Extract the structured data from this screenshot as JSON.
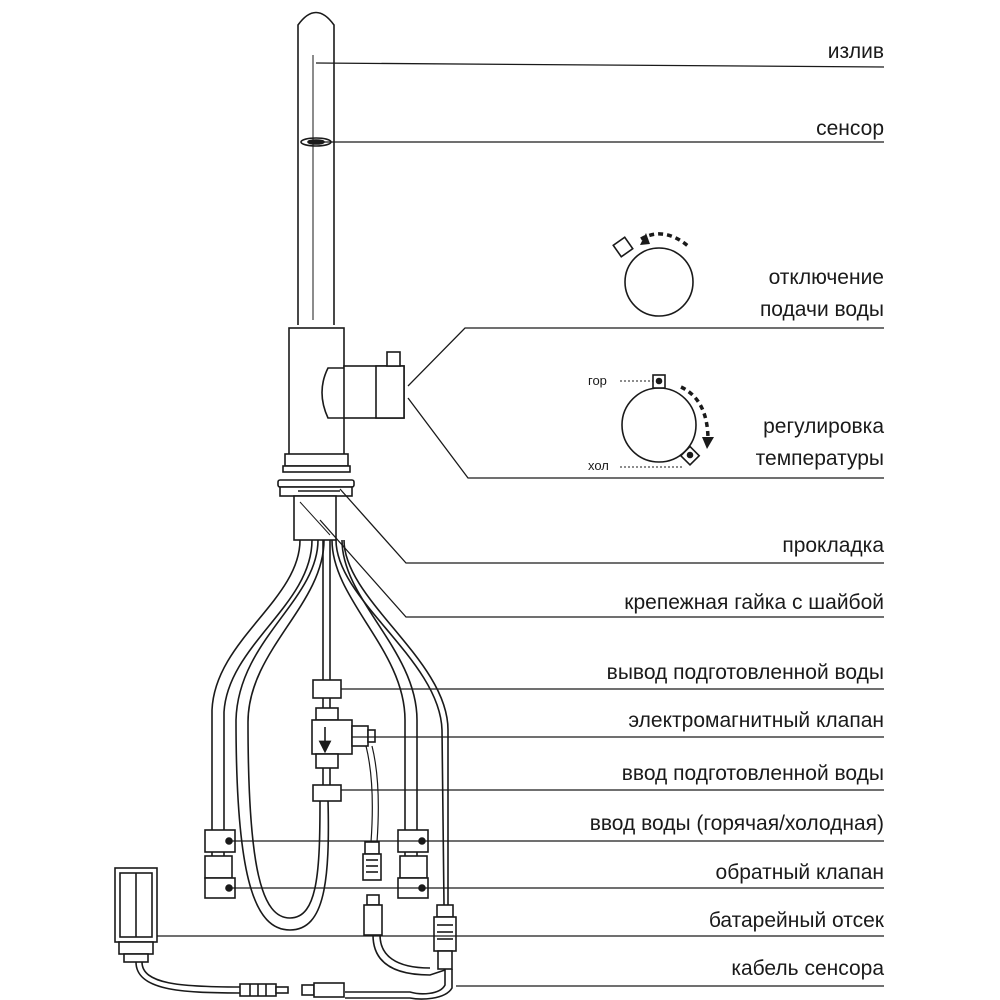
{
  "labels": {
    "spout": "излив",
    "sensor": "сенсор",
    "shutoff_line1": "отключение",
    "shutoff_line2": "подачи воды",
    "temperature_line1": "регулировка",
    "temperature_line2": "температуры",
    "gasket": "прокладка",
    "mounting_nut": "крепежная гайка с шайбой",
    "treated_water_outlet": "вывод подготовленной воды",
    "solenoid_valve": "электромагнитный клапан",
    "treated_water_inlet": "ввод подготовленной воды",
    "water_inlet": "ввод воды (горячая/холодная)",
    "check_valve": "обратный клапан",
    "battery_box": "батарейный отсек",
    "sensor_cable": "кабель сенсора"
  },
  "knob_labels": {
    "hot": "гор",
    "cold": "хол"
  },
  "colors": {
    "line": "#1a1a1a",
    "background": "#ffffff"
  }
}
